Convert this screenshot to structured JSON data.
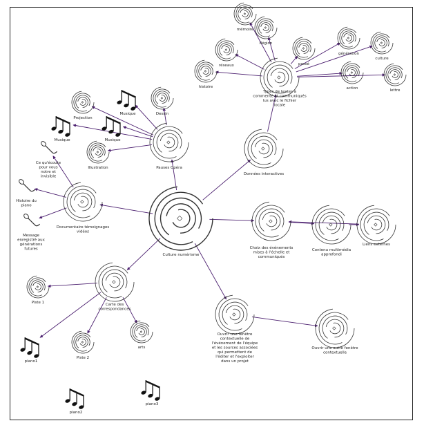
{
  "diagram": {
    "accent_color": "#4b1f6f",
    "nodes": [
      {
        "id": "culture",
        "label": "Culture numérisme",
        "kind": "swirl-large",
        "icon": "spiral-icon"
      },
      {
        "id": "opera",
        "label": "Pauses Opéra",
        "kind": "swirl",
        "icon": "spiral-icon"
      },
      {
        "id": "donnees",
        "label": "Données interactives",
        "kind": "swirl",
        "icon": "spiral-icon"
      },
      {
        "id": "types",
        "label": "Types de textes à commenté et communiqués lus avec le fichier locale",
        "kind": "swirl",
        "icon": "spiral-icon"
      },
      {
        "id": "documentaire",
        "label": "Documentaire témoignages vidéos",
        "kind": "swirl",
        "icon": "spiral-icon"
      },
      {
        "id": "carte",
        "label": "Carte des correspondances",
        "kind": "swirl",
        "icon": "spiral-icon"
      },
      {
        "id": "choixdes",
        "label": "Choix des événements mises à l'échelle et communiqués",
        "kind": "swirl",
        "icon": "spiral-icon"
      },
      {
        "id": "contenu",
        "label": "Contenu multimédia approfondi",
        "kind": "swirl",
        "icon": "spiral-icon"
      },
      {
        "id": "liens",
        "label": "Liens externes",
        "kind": "swirl",
        "icon": "spiral-icon"
      },
      {
        "id": "ouvrir",
        "label": "Ouvrir une fenêtre contextuelle de l'événement de l'équipe et les sources associées qui permettent de l'éditer et l'exploiter dans un projet",
        "kind": "swirl",
        "icon": "spiral-icon"
      },
      {
        "id": "ouvrirautre",
        "label": "Ouvrir une autre fenêtre contextuelle",
        "kind": "swirl",
        "icon": "spiral-icon"
      },
      {
        "id": "projection",
        "label": "Projection",
        "kind": "swirl-small",
        "icon": "spiral-icon"
      },
      {
        "id": "dessin",
        "label": "Dessin",
        "kind": "swirl-small",
        "icon": "spiral-icon"
      },
      {
        "id": "musique",
        "label": "Musique",
        "kind": "music",
        "icon": "music-notes-icon"
      },
      {
        "id": "musique2",
        "label": "Musique",
        "kind": "music",
        "icon": "music-notes-icon"
      },
      {
        "id": "musique3",
        "label": "Musique",
        "kind": "music",
        "icon": "music-notes-icon"
      },
      {
        "id": "illustration",
        "label": "Illustration",
        "kind": "swirl-small",
        "icon": "spiral-icon"
      },
      {
        "id": "ce",
        "label": "Ce qu'écoute pour vous notre et invisible",
        "kind": "mic",
        "icon": "microphone-icon"
      },
      {
        "id": "histoire",
        "label": "Histoire du piano",
        "kind": "mic",
        "icon": "microphone-icon"
      },
      {
        "id": "message",
        "label": "Message enregistré aux générations futures",
        "kind": "mic",
        "icon": "microphone-icon"
      },
      {
        "id": "piste1",
        "label": "Piste 1",
        "kind": "swirl-small",
        "icon": "spiral-icon"
      },
      {
        "id": "piste2",
        "label": "Piste 2",
        "kind": "swirl-small",
        "icon": "spiral-icon"
      },
      {
        "id": "arts",
        "label": "arts",
        "kind": "swirl-small",
        "icon": "spiral-icon"
      },
      {
        "id": "piano1",
        "label": "piano1",
        "kind": "music",
        "icon": "music-notes-icon"
      },
      {
        "id": "piano2",
        "label": "piano2",
        "kind": "music",
        "icon": "music-notes-icon"
      },
      {
        "id": "piano3",
        "label": "piano3",
        "kind": "music",
        "icon": "music-notes-icon"
      },
      {
        "id": "memoire",
        "label": "mémoire",
        "kind": "swirl-small",
        "icon": "spiral-icon"
      },
      {
        "id": "region",
        "label": "Région",
        "kind": "swirl-small",
        "icon": "spiral-icon"
      },
      {
        "id": "reseaux",
        "label": "réseaux",
        "kind": "swirl-small",
        "icon": "spiral-icon"
      },
      {
        "id": "passe",
        "label": "passé",
        "kind": "swirl-small",
        "icon": "spiral-icon"
      },
      {
        "id": "histoiretop",
        "label": "histoire",
        "kind": "swirl-small",
        "icon": "spiral-icon"
      },
      {
        "id": "generation",
        "label": "génération",
        "kind": "swirl-small",
        "icon": "spiral-icon"
      },
      {
        "id": "culturetop",
        "label": "culture",
        "kind": "swirl-small",
        "icon": "spiral-icon"
      },
      {
        "id": "action",
        "label": "action",
        "kind": "swirl-small",
        "icon": "spiral-icon"
      },
      {
        "id": "lettre",
        "label": "lettre",
        "kind": "swirl-small",
        "icon": "spiral-icon"
      }
    ],
    "edges": [
      [
        "culture",
        "opera"
      ],
      [
        "culture",
        "donnees"
      ],
      [
        "culture",
        "documentaire"
      ],
      [
        "culture",
        "carte"
      ],
      [
        "culture",
        "choixdes"
      ],
      [
        "culture",
        "ouvrir"
      ],
      [
        "donnees",
        "types"
      ],
      [
        "types",
        "memoire"
      ],
      [
        "types",
        "region"
      ],
      [
        "types",
        "reseaux"
      ],
      [
        "types",
        "passe"
      ],
      [
        "types",
        "histoiretop"
      ],
      [
        "types",
        "generation"
      ],
      [
        "types",
        "culturetop"
      ],
      [
        "types",
        "action"
      ],
      [
        "types",
        "lettre"
      ],
      [
        "opera",
        "projection"
      ],
      [
        "opera",
        "dessin"
      ],
      [
        "opera",
        "musique"
      ],
      [
        "opera",
        "musique2"
      ],
      [
        "opera",
        "musique3"
      ],
      [
        "opera",
        "illustration"
      ],
      [
        "documentaire",
        "ce"
      ],
      [
        "documentaire",
        "histoire"
      ],
      [
        "documentaire",
        "message"
      ],
      [
        "carte",
        "piste1"
      ],
      [
        "carte",
        "piste2"
      ],
      [
        "carte",
        "arts"
      ],
      [
        "carte",
        "piano1"
      ],
      [
        "choixdes",
        "contenu"
      ],
      [
        "contenu",
        "liens"
      ],
      [
        "liens",
        "choixdes"
      ],
      [
        "ouvrir",
        "ouvrirautre"
      ]
    ]
  }
}
